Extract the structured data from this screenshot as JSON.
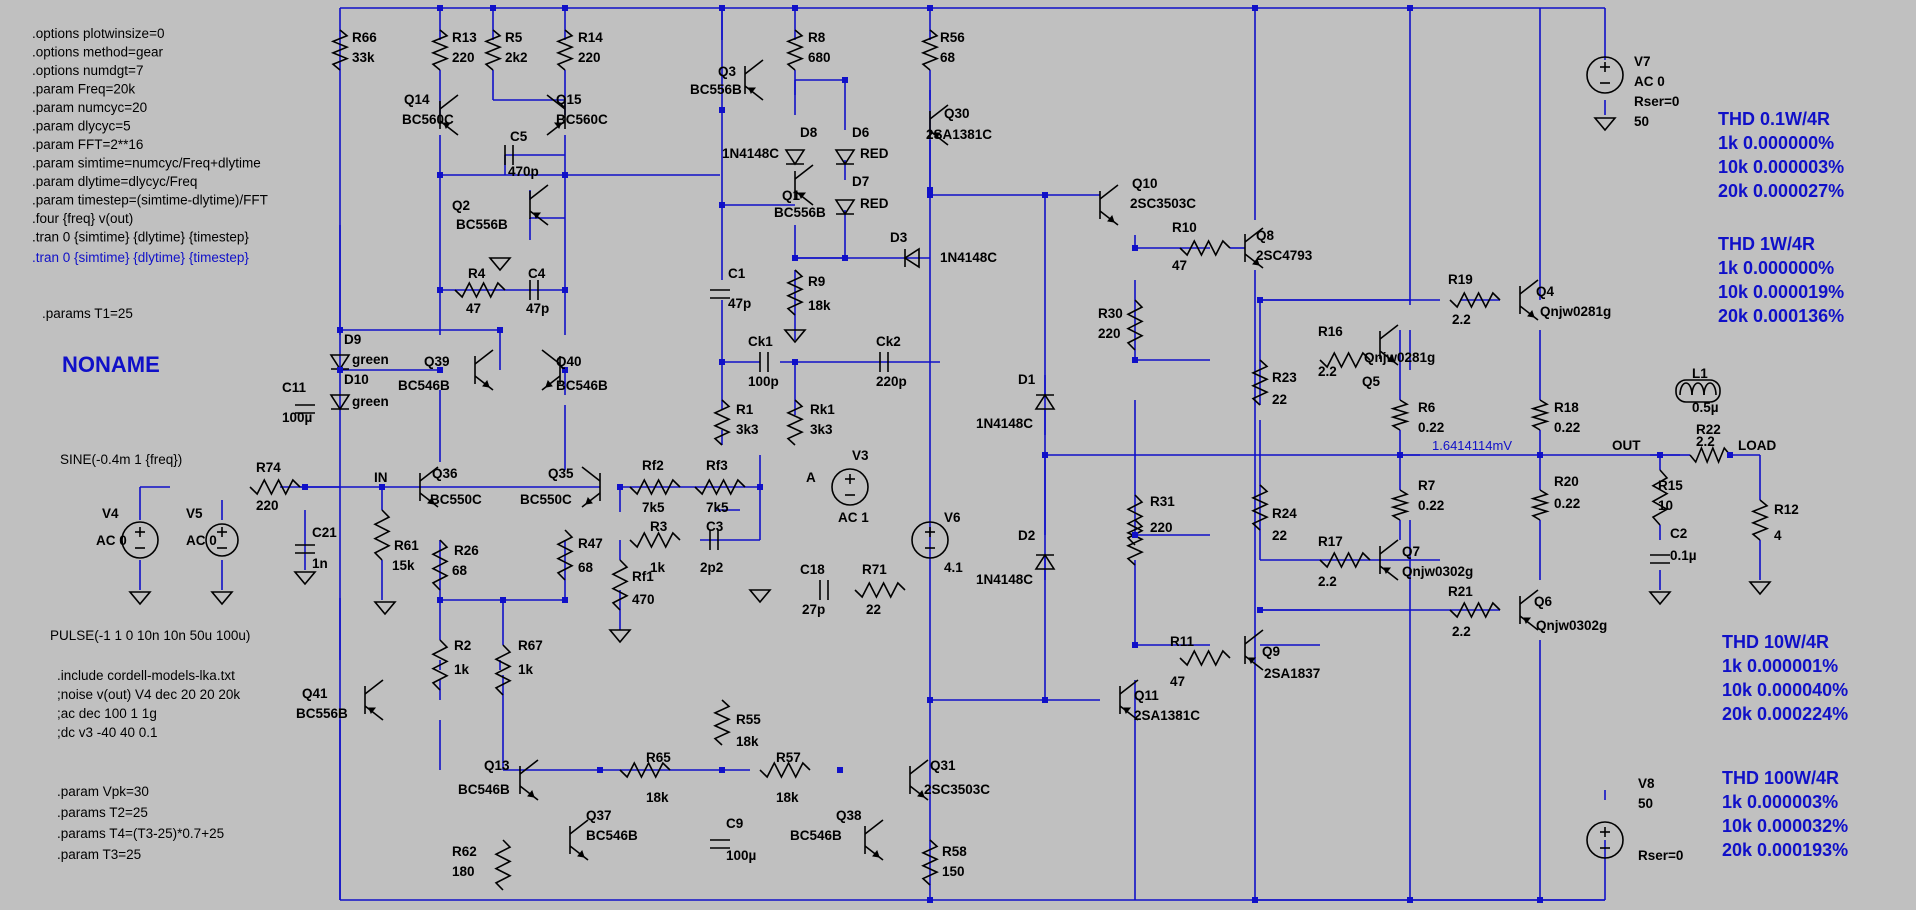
{
  "directives": [
    ".options plotwinsize=0",
    ".options method=gear",
    ".options numdgt=7",
    ".param Freq=20k",
    ".param numcyc=20",
    ".param dlycyc=5",
    ".param FFT=2**16",
    ".param simtime=numcyc/Freq+dlytime",
    ".param dlytime=dlycyc/Freq",
    ".param timestep=(simtime-dlytime)/FFT",
    " .four {freq} v(out)",
    ".tran 0 {simtime} {dlytime} {timestep}"
  ],
  "active_directive": ".tran 0 {simtime} {dlytime} {timestep}",
  "params_t1": ".params T1=25",
  "title": "NONAME",
  "sine_source": "SINE(-0.4m 1 {freq})",
  "pulse_source": "PULSE(-1 1 0 10n 10n 50u 100u)",
  "directives2": [
    ".include cordell-models-lka.txt",
    ";noise v(out) V4 dec 20 20 20k",
    ";ac dec 100 1 1g",
    ";dc v3 -40 40 0.1"
  ],
  "directives3": [
    ".param Vpk=30",
    ".params T2=25",
    ".params T4=(T3-25)*0.7+25",
    ".param T3=25"
  ],
  "measurement": "1.6414114mV",
  "nets": {
    "in": "IN",
    "a": "A",
    "out": "OUT",
    "load": "LOAD"
  },
  "thd_tables": [
    {
      "title": "THD 0.1W/4R",
      "rows": [
        "1k   0.000000%",
        "10k 0.000003%",
        "20k 0.000027%"
      ]
    },
    {
      "title": "THD 1W/4R",
      "rows": [
        "1k   0.000000%",
        "10k 0.000019%",
        "20k 0.000136%"
      ]
    },
    {
      "title": "THD 10W/4R",
      "rows": [
        "1k   0.000001%",
        "10k 0.000040%",
        "20k 0.000224%"
      ]
    },
    {
      "title": "THD 100W/4R",
      "rows": [
        "1k   0.000003%",
        "10k 0.000032%",
        "20k 0.000193%"
      ]
    }
  ],
  "components": [
    {
      "ref": "R66",
      "value": "33k"
    },
    {
      "ref": "R13",
      "value": "220"
    },
    {
      "ref": "R5",
      "value": "2k2"
    },
    {
      "ref": "R14",
      "value": "220"
    },
    {
      "ref": "R8",
      "value": "680"
    },
    {
      "ref": "R56",
      "value": "68"
    },
    {
      "ref": "Q14",
      "value": "BC560C"
    },
    {
      "ref": "Q15",
      "value": "BC560C"
    },
    {
      "ref": "C5",
      "value": "470p"
    },
    {
      "ref": "Q2",
      "value": "BC556B"
    },
    {
      "ref": "R4",
      "value": "47"
    },
    {
      "ref": "C4",
      "value": "47p"
    },
    {
      "ref": "Q3",
      "value": "BC556B"
    },
    {
      "ref": "D8",
      "value": "1N4148C"
    },
    {
      "ref": "D6",
      "value": "RED"
    },
    {
      "ref": "D7",
      "value": "RED"
    },
    {
      "ref": "Q1",
      "value": "BC556B"
    },
    {
      "ref": "Q30",
      "value": "2SA1381C"
    },
    {
      "ref": "D3",
      "value": "1N4148C"
    },
    {
      "ref": "C1",
      "value": "47p"
    },
    {
      "ref": "R9",
      "value": "18k"
    },
    {
      "ref": "D9",
      "value": "green"
    },
    {
      "ref": "D10",
      "value": "green"
    },
    {
      "ref": "C11",
      "value": "100µ"
    },
    {
      "ref": "Q39",
      "value": "BC546B"
    },
    {
      "ref": "Q40",
      "value": "BC546B"
    },
    {
      "ref": "Ck1",
      "value": "100p"
    },
    {
      "ref": "Ck2",
      "value": "220p"
    },
    {
      "ref": "R1",
      "value": "3k3"
    },
    {
      "ref": "Rk1",
      "value": "3k3"
    },
    {
      "ref": "R74",
      "value": "220"
    },
    {
      "ref": "Q36",
      "value": "BC550C"
    },
    {
      "ref": "Q35",
      "value": "BC550C"
    },
    {
      "ref": "Rf2",
      "value": "7k5"
    },
    {
      "ref": "Rf3",
      "value": "7k5"
    },
    {
      "ref": "V3",
      "value": "AC 1"
    },
    {
      "ref": "V4",
      "value": "AC 0"
    },
    {
      "ref": "V5",
      "value": "AC 0"
    },
    {
      "ref": "C21",
      "value": "1n"
    },
    {
      "ref": "R61",
      "value": "15k"
    },
    {
      "ref": "R26",
      "value": "68"
    },
    {
      "ref": "R47",
      "value": "68"
    },
    {
      "ref": "R3",
      "value": "1k"
    },
    {
      "ref": "C3",
      "value": "2p2"
    },
    {
      "ref": "Rf1",
      "value": "470"
    },
    {
      "ref": "V6",
      "value": "4.1"
    },
    {
      "ref": "C18",
      "value": "27p"
    },
    {
      "ref": "R71",
      "value": "22"
    },
    {
      "ref": "R2",
      "value": "1k"
    },
    {
      "ref": "R67",
      "value": "1k"
    },
    {
      "ref": "Q41",
      "value": "BC556B"
    },
    {
      "ref": "R55",
      "value": "18k"
    },
    {
      "ref": "Q13",
      "value": "BC546B"
    },
    {
      "ref": "R65",
      "value": "18k"
    },
    {
      "ref": "R57",
      "value": "18k"
    },
    {
      "ref": "Q31",
      "value": "2SC3503C"
    },
    {
      "ref": "Q37",
      "value": "BC546B"
    },
    {
      "ref": "Q38",
      "value": "BC546B"
    },
    {
      "ref": "C9",
      "value": "100µ"
    },
    {
      "ref": "R62",
      "value": "180"
    },
    {
      "ref": "R58",
      "value": "150"
    },
    {
      "ref": "Q10",
      "value": "2SC3503C"
    },
    {
      "ref": "R10",
      "value": "47"
    },
    {
      "ref": "Q8",
      "value": "2SC4793"
    },
    {
      "ref": "R30",
      "value": "220"
    },
    {
      "ref": "D1",
      "value": "1N4148C"
    },
    {
      "ref": "D2",
      "value": "1N4148C"
    },
    {
      "ref": "R31",
      "value": "220"
    },
    {
      "ref": "R11",
      "value": "47"
    },
    {
      "ref": "Q9",
      "value": "2SA1837"
    },
    {
      "ref": "Q11",
      "value": "2SA1381C"
    },
    {
      "ref": "R23",
      "value": "22"
    },
    {
      "ref": "R24",
      "value": "22"
    },
    {
      "ref": "R16",
      "value": "2.2"
    },
    {
      "ref": "R17",
      "value": "2.2"
    },
    {
      "ref": "Q5",
      "value": "Qnjw0281g"
    },
    {
      "ref": "Q7",
      "value": "Qnjw0302g"
    },
    {
      "ref": "R6",
      "value": "0.22"
    },
    {
      "ref": "R7",
      "value": "0.22"
    },
    {
      "ref": "R19",
      "value": "2.2"
    },
    {
      "ref": "R21",
      "value": "2.2"
    },
    {
      "ref": "Q4",
      "value": "Qnjw0281g"
    },
    {
      "ref": "Q6",
      "value": "Qnjw0302g"
    },
    {
      "ref": "R18",
      "value": "0.22"
    },
    {
      "ref": "R20",
      "value": "0.22"
    },
    {
      "ref": "V7",
      "value": "AC 0"
    },
    {
      "ref": "V8",
      "value": "50"
    },
    {
      "ref": "L1",
      "value": "0.5µ"
    },
    {
      "ref": "R22",
      "value": "2.2"
    },
    {
      "ref": "R15",
      "value": "10"
    },
    {
      "ref": "C2",
      "value": "0.1µ"
    },
    {
      "ref": "R12",
      "value": "4"
    }
  ],
  "extra_labels": {
    "v7_rser": "Rser=0",
    "v7_volt": "50",
    "v8_rser": "Rser=0"
  }
}
